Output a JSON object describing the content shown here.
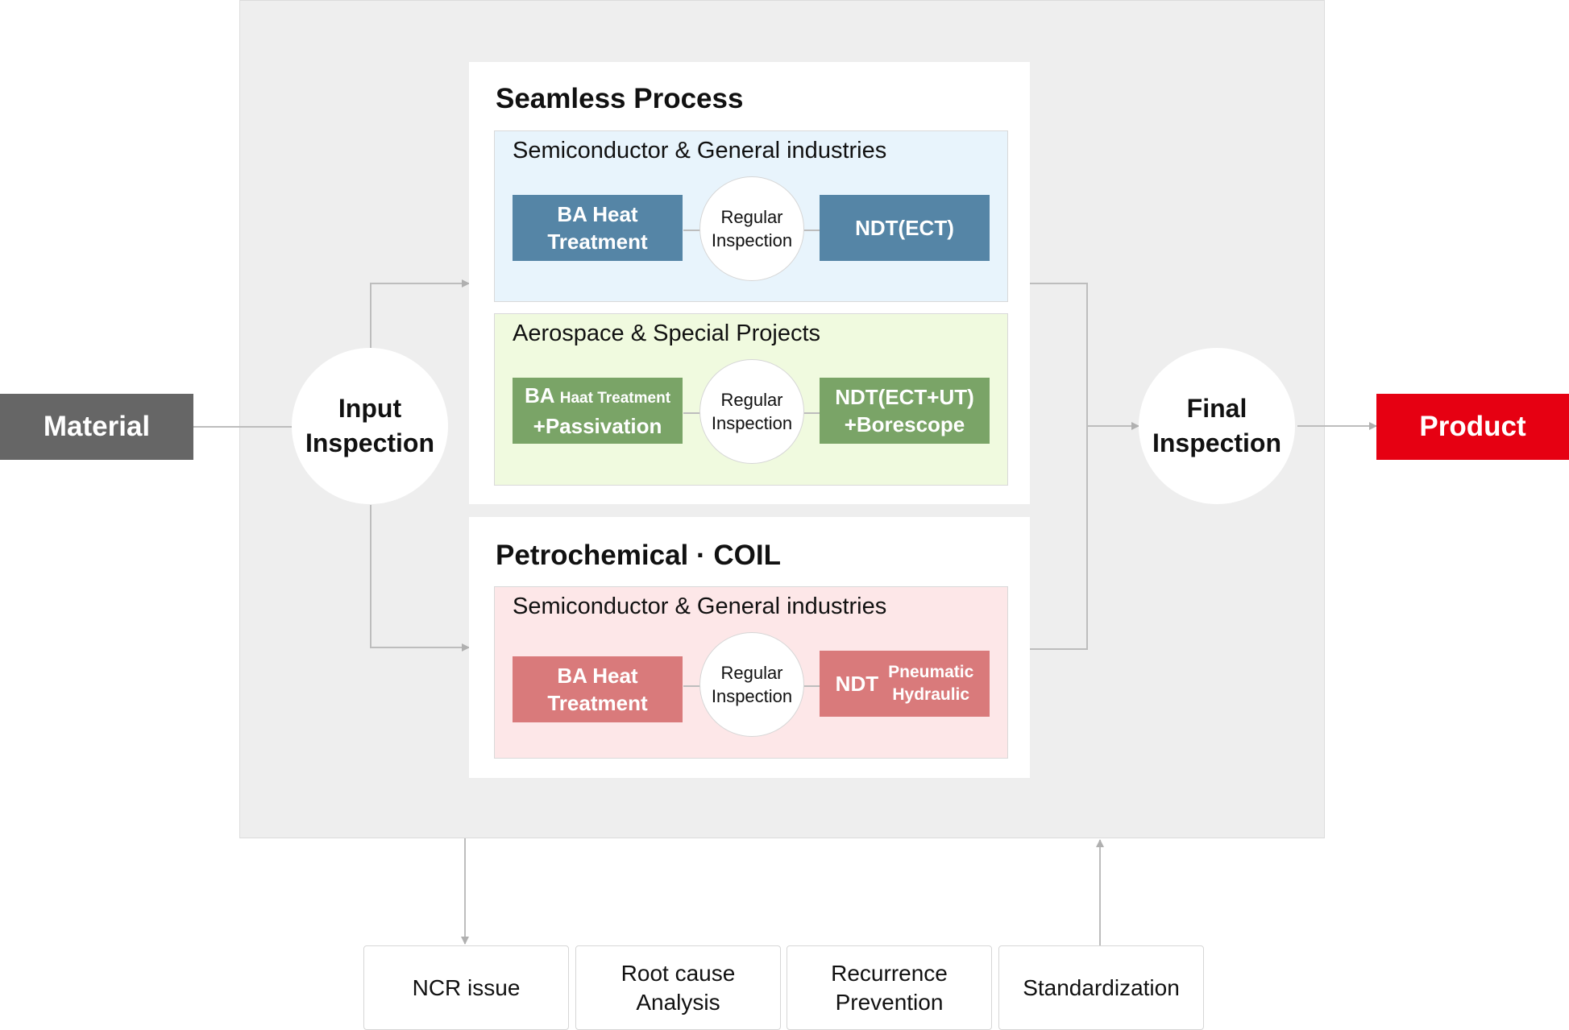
{
  "colors": {
    "material": "#666666",
    "product": "#e60012",
    "panel": "#eeeeee",
    "seamless_blue_bg": "#e8f4fc",
    "seamless_blue_step": "#5585a6",
    "aerospace_green_bg": "#f0fadf",
    "aerospace_green_step": "#7aa467",
    "petro_pink_bg": "#fde7e8",
    "petro_pink_step": "#d97a7b",
    "connector": "#bdbdbd"
  },
  "material": {
    "label": "Material"
  },
  "product": {
    "label": "Product"
  },
  "input_inspection": {
    "line1": "Input",
    "line2": "Inspection"
  },
  "final_inspection": {
    "line1": "Final",
    "line2": "Inspection"
  },
  "seamless": {
    "title": "Seamless Process",
    "groups": [
      {
        "title": "Semiconductor & General industries",
        "left_step": {
          "line1": "BA Heat",
          "line2": "Treatment"
        },
        "middle": {
          "line1": "Regular",
          "line2": "Inspection"
        },
        "right_step": {
          "line1": "NDT(ECT)"
        }
      },
      {
        "title": "Aerospace & Special Projects",
        "left_step": {
          "prefix": "BA",
          "small": "Haat Treatment",
          "line2": "+Passivation"
        },
        "middle": {
          "line1": "Regular",
          "line2": "Inspection"
        },
        "right_step": {
          "line1": "NDT(ECT+UT)",
          "line2": "+Borescope"
        }
      }
    ]
  },
  "petrochemical": {
    "title": "Petrochemical · COIL",
    "groups": [
      {
        "title": "Semiconductor & General industries",
        "left_step": {
          "line1": "BA Heat",
          "line2": "Treatment"
        },
        "middle": {
          "line1": "Regular",
          "line2": "Inspection"
        },
        "right_step": {
          "main": "NDT",
          "sub1": "Pneumatic",
          "sub2": "Hydraulic"
        }
      }
    ]
  },
  "feedback_loop": [
    {
      "line1": "NCR issue"
    },
    {
      "line1": "Root cause",
      "line2": "Analysis"
    },
    {
      "line1": "Recurrence",
      "line2": "Prevention"
    },
    {
      "line1": "Standardization"
    }
  ]
}
